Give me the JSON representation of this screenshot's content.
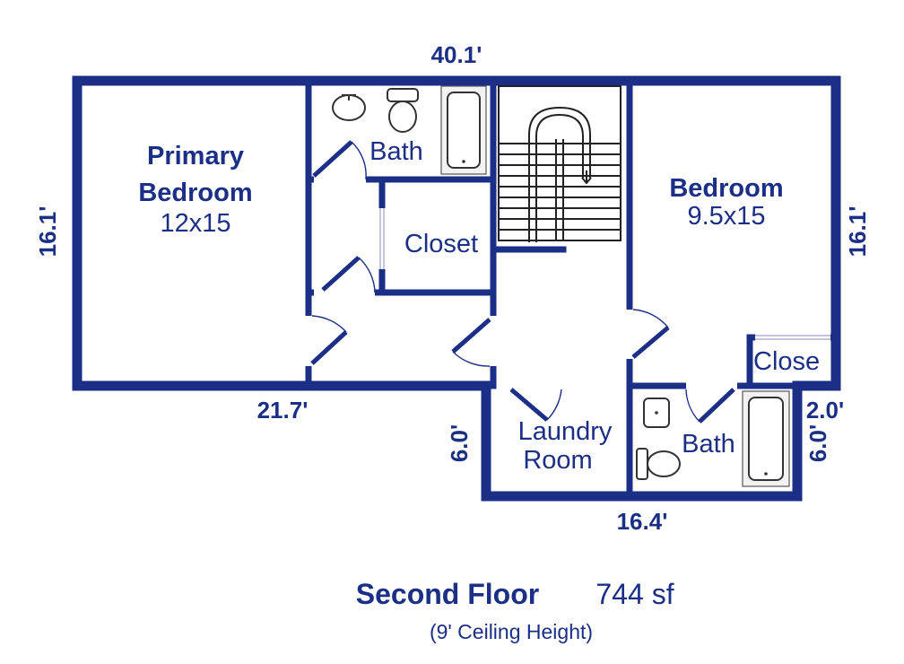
{
  "floor": {
    "title": "Second Floor",
    "area": "744 sf",
    "ceiling_note": "(9' Ceiling Height)"
  },
  "rooms": {
    "primary_bedroom": {
      "name_line1": "Primary",
      "name_line2": "Bedroom",
      "size": "12x15"
    },
    "bath_upper": {
      "name": "Bath"
    },
    "closet": {
      "name": "Closet"
    },
    "bedroom": {
      "name": "Bedroom",
      "size": "9.5x15"
    },
    "bedroom_closet": {
      "name": "Close"
    },
    "laundry": {
      "name_line1": "Laundry",
      "name_line2": "Room"
    },
    "bath_lower": {
      "name": "Bath"
    }
  },
  "dimensions": {
    "top_width": "40.1'",
    "left_depth": "16.1'",
    "right_depth": "16.1'",
    "bottom_left_width": "21.7'",
    "laundry_depth": "6.0'",
    "bath_depth": "6.0'",
    "bath_offset": "2.0'",
    "bottom_right_width": "16.4'"
  },
  "colors": {
    "wall": "#1b2f86",
    "background": "#ffffff"
  }
}
